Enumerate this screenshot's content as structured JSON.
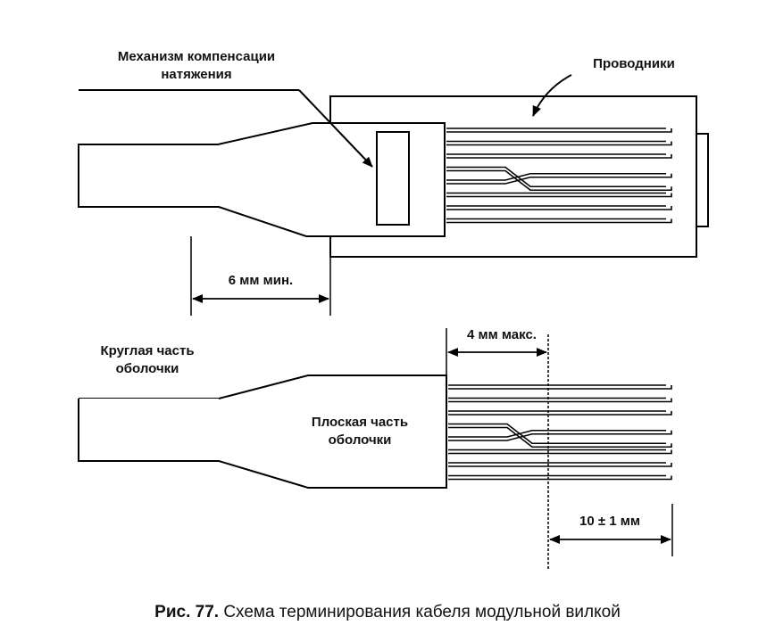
{
  "labels": {
    "strain_relief_line1": "Механизм компенсации",
    "strain_relief_line2": "натяжения",
    "conductors": "Проводники",
    "min_6mm": "6 мм мин.",
    "max_4mm": "4 мм макс.",
    "round_jacket_line1": "Круглая часть",
    "round_jacket_line2": "оболочки",
    "flat_jacket_line1": "Плоская часть",
    "flat_jacket_line2": "оболочки",
    "length_10mm": "10 ± 1 мм"
  },
  "caption": {
    "prefix": "Рис. 77.",
    "text": "Схема терминирования кабеля модульной вилкой"
  }
}
